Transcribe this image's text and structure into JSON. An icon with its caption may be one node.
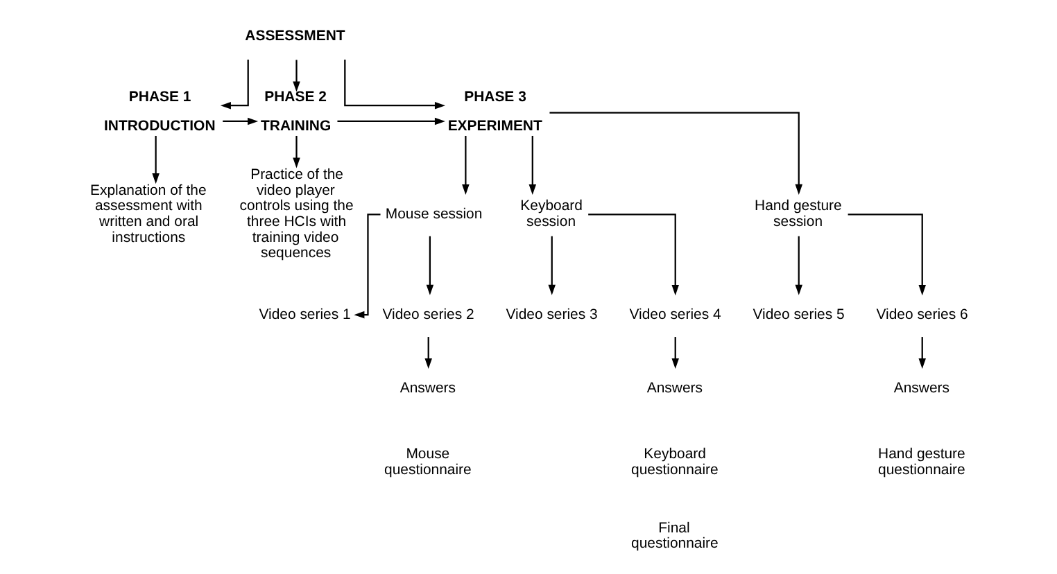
{
  "diagram": {
    "nodes": [
      {
        "text": [
          "ASSESSMENT"
        ]
      },
      {
        "text": [
          "PHASE 1",
          "INTRODUCTION"
        ]
      },
      {
        "text": [
          "PHASE 2",
          "TRAINING"
        ]
      },
      {
        "text": [
          "PHASE 3",
          "EXPERIMENT"
        ]
      },
      {
        "text": [
          "Explanation of the assessment with written and oral instructions"
        ]
      },
      {
        "text": [
          "Practice of the video player controls using the three HCIs with training video sequences"
        ]
      },
      {
        "text": [
          "Mouse session"
        ]
      },
      {
        "text": [
          "Keyboard session"
        ]
      },
      {
        "text": [
          "Hand gesture session"
        ]
      },
      {
        "text": [
          "Video series 1"
        ]
      },
      {
        "text": [
          "Video series 2"
        ]
      },
      {
        "text": [
          "Video series 3"
        ]
      },
      {
        "text": [
          "Video series 4"
        ]
      },
      {
        "text": [
          "Video series 5"
        ]
      },
      {
        "text": [
          "Video series 6"
        ]
      },
      {
        "text": [
          "Answers"
        ]
      },
      {
        "text": [
          "Answers"
        ]
      },
      {
        "text": [
          "Answers"
        ]
      },
      {
        "text": [
          "Mouse questionnaire"
        ]
      },
      {
        "text": [
          "Keyboard questionnaire"
        ]
      },
      {
        "text": [
          "Hand gesture questionnaire"
        ]
      },
      {
        "text": [
          "Final questionnaire"
        ]
      }
    ],
    "edges": [
      {
        "from": 0,
        "to": 1,
        "arrow": "to"
      },
      {
        "from": 0,
        "to": 2,
        "arrow": "to"
      },
      {
        "from": 0,
        "to": 3,
        "arrow": "to"
      },
      {
        "from": 1,
        "to": 2,
        "arrow": "to"
      },
      {
        "from": 2,
        "to": 3,
        "arrow": "to"
      },
      {
        "from": 1,
        "to": 4,
        "arrow": "to"
      },
      {
        "from": 2,
        "to": 5,
        "arrow": "to"
      },
      {
        "from": 3,
        "to": 6,
        "arrow": "to"
      },
      {
        "from": 3,
        "to": 7,
        "arrow": "to"
      },
      {
        "from": 3,
        "to": 8,
        "arrow": "to"
      },
      {
        "from": 6,
        "to": 9,
        "arrow": "to"
      },
      {
        "from": 6,
        "to": 10,
        "arrow": "to"
      },
      {
        "from": 7,
        "to": 11,
        "arrow": "to"
      },
      {
        "from": 7,
        "to": 12,
        "arrow": "to"
      },
      {
        "from": 8,
        "to": 13,
        "arrow": "to"
      },
      {
        "from": 8,
        "to": 14,
        "arrow": "to"
      },
      {
        "from": 10,
        "to": 15,
        "arrow": "to"
      },
      {
        "from": 12,
        "to": 16,
        "arrow": "to"
      },
      {
        "from": 14,
        "to": 17,
        "arrow": "to"
      }
    ]
  }
}
